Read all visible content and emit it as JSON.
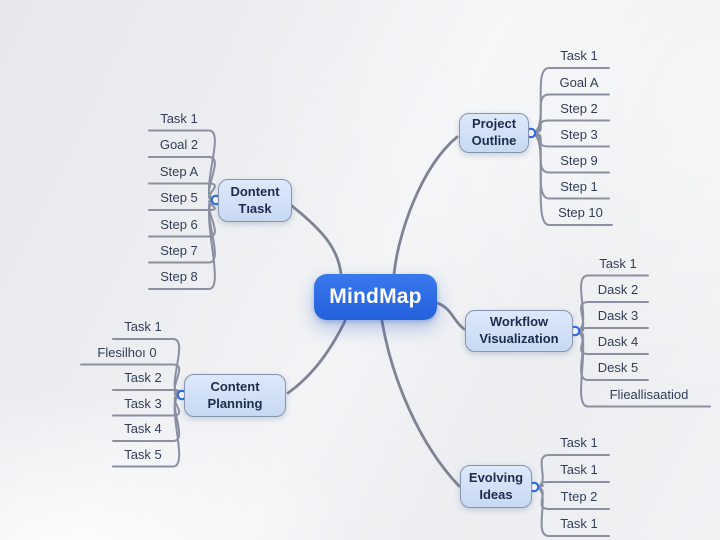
{
  "root": {
    "label": "MindMap"
  },
  "branches": [
    {
      "id": "dontent-task",
      "label": "Dontent Tıask",
      "children": [
        "Task 1",
        "Goal 2",
        "Step A",
        "Step 5",
        "Step 6",
        "Step 7",
        "Step 8"
      ]
    },
    {
      "id": "content-planning",
      "label": "Content Planning",
      "children": [
        "Task 1",
        "Flesilhoı 0",
        "Task 2",
        "Task 3",
        "Task 4",
        "Task 5"
      ]
    },
    {
      "id": "project-outline",
      "label": "Project Outline",
      "children": [
        "Task 1",
        "Goal A",
        "Step 2",
        "Step 3",
        "Step 9",
        "Step 1",
        "Step 10"
      ]
    },
    {
      "id": "workflow-visualization",
      "label": "Workflow Visualization",
      "children": [
        "Task 1",
        "Dask 2",
        "Dask 3",
        "Dask 4",
        "Desk 5",
        "Flieallisaatiod"
      ]
    },
    {
      "id": "evolving-ideas",
      "label": "Evolving Ideas",
      "children": [
        "Task 1",
        "Task 1",
        "Ttep 2",
        "Task 1"
      ]
    }
  ],
  "colors": {
    "root_fill_top": "#3a78ee",
    "root_fill_bottom": "#2361dd",
    "root_text": "#ffffff",
    "branch_fill_top": "#dde9fb",
    "branch_fill_bottom": "#c7d9f3",
    "branch_border": "#8595af",
    "branch_text": "#1d2b4c",
    "child_text": "#323e58",
    "connector": "#7e8496",
    "child_connector": "#8a90a1",
    "dot_ring": "#2f6ce6",
    "background": "#eceef1"
  }
}
